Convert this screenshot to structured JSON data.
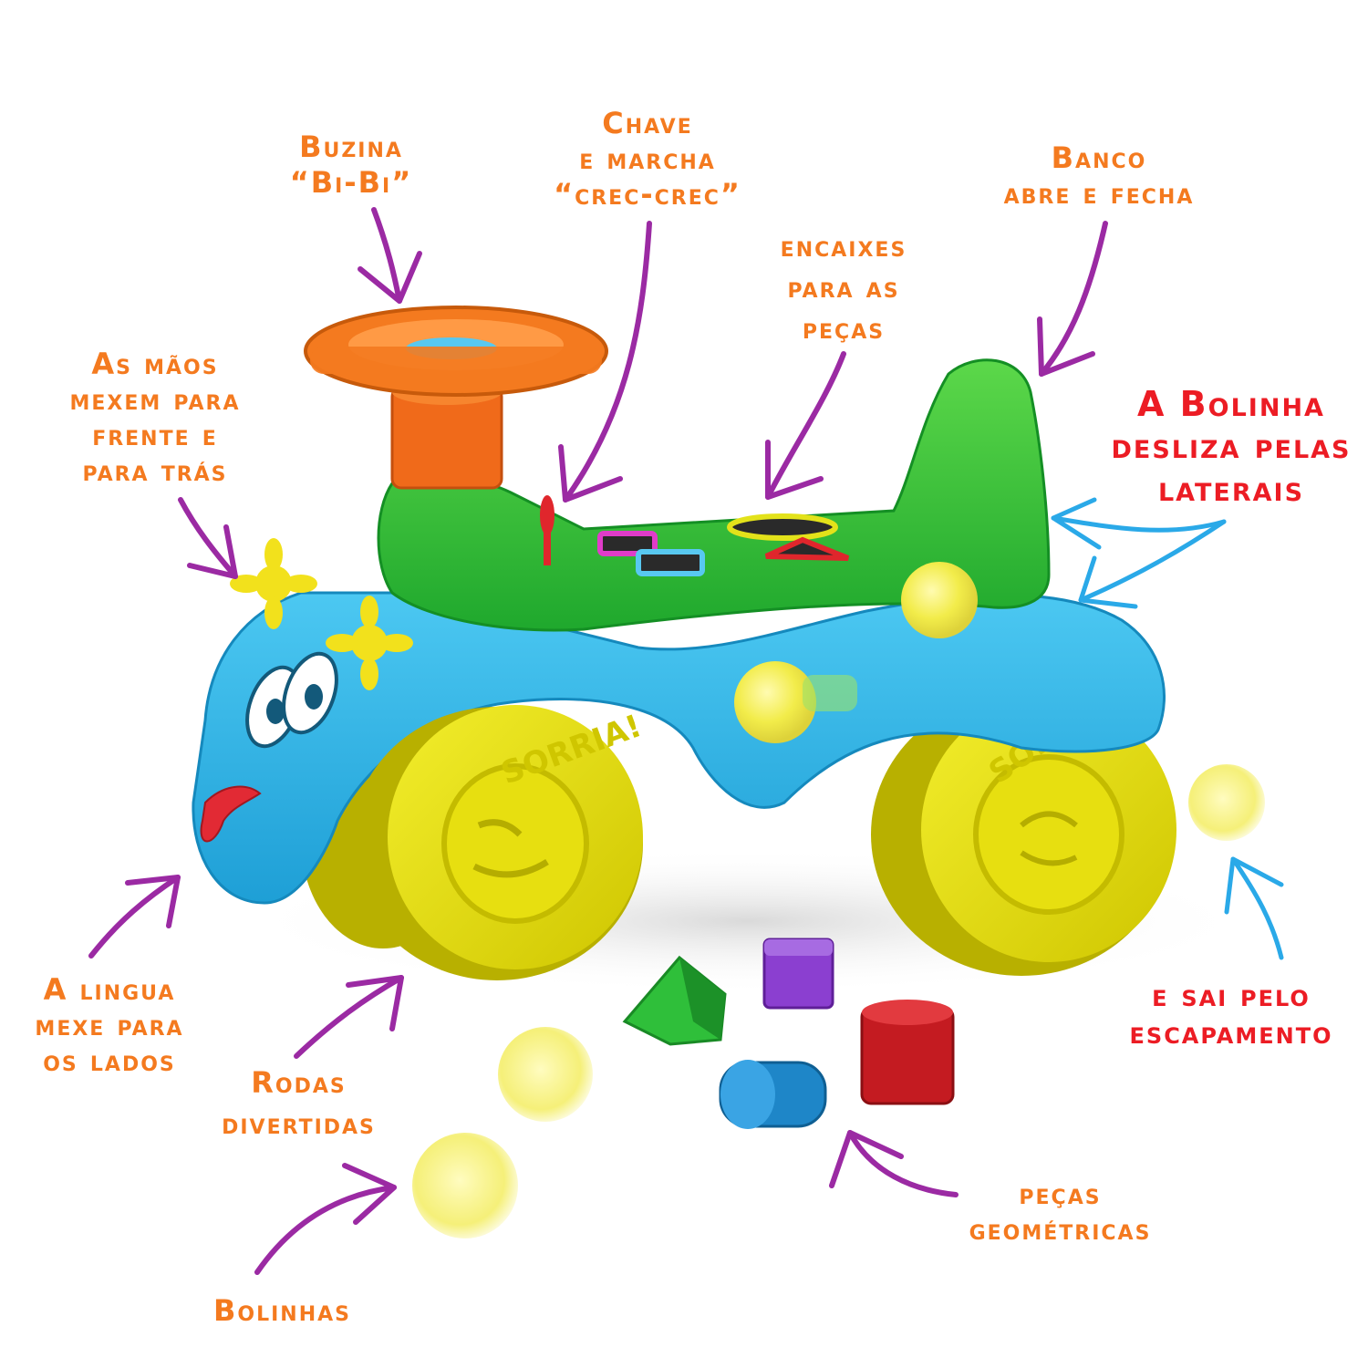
{
  "colors": {
    "label_orange": "#f47a1f",
    "label_red": "#ec1c24",
    "arrow_purple": "#9b2aa3",
    "arrow_blue": "#2aa9e8",
    "body_blue": "#2cb3e6",
    "seat_green": "#2fbf3a",
    "wheel_yellow": "#e8e000",
    "wheel_ink": "#c9c100",
    "steering_orange": "#f47a1f",
    "ball_yellow": "#f2ec4a"
  },
  "labels": {
    "buzina": [
      "Buzina",
      "“Bi-Bi”"
    ],
    "chave": [
      "Chave",
      "e marcha",
      "“crec-crec”"
    ],
    "banco": [
      "Banco",
      "abre e fecha"
    ],
    "encaixes": [
      "encaixes",
      "para as",
      "peças"
    ],
    "maos": [
      "As mãos",
      "mexem para",
      "frente e",
      "para trás"
    ],
    "bolinha_desliza": [
      "A Bolinha",
      "desliza pelas",
      "laterais"
    ],
    "lingua": [
      "A lingua",
      "mexe para",
      "os lados"
    ],
    "rodas": [
      "Rodas",
      "divertidas"
    ],
    "sai_escapamento": [
      "e sai pelo",
      "escapamento"
    ],
    "pecas_geometricas": [
      "peças",
      "geométricas"
    ],
    "bolinhas": [
      "Bolinhas"
    ]
  },
  "toy": {
    "wheel_text": "SORRIA!"
  }
}
